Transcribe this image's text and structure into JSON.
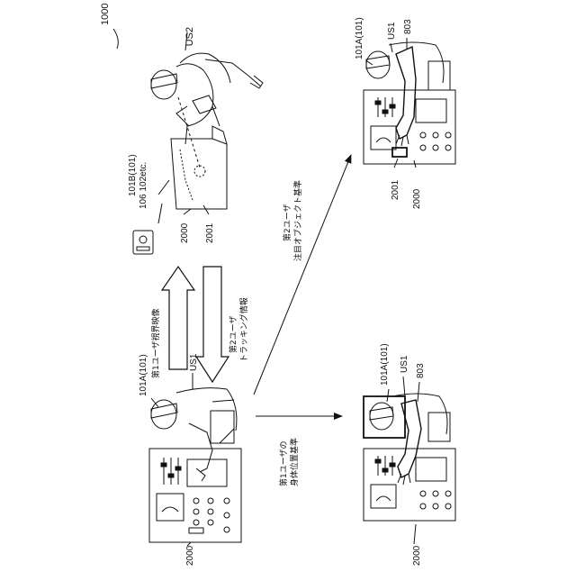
{
  "figure": {
    "system_label": "1000",
    "top_left_device_label": "101B(101)",
    "top_left_parts_label": "106 102etc.",
    "top_left_panel_label": "2000",
    "top_left_target_label": "2001",
    "user2_label": "US2",
    "bottom_left_device_label": "101A(101)",
    "bottom_left_user_label": "US1",
    "bottom_left_panel_label": "2000",
    "top_right_device_label": "101A(101)",
    "top_right_user_label": "US1",
    "top_right_arm_label": "803",
    "top_right_target_label": "2001",
    "top_right_panel_label": "2000",
    "bottom_right_device_label": "101A(101)",
    "bottom_right_user_label": "US1",
    "bottom_right_arm_label": "803",
    "bottom_right_panel_label": "2000",
    "arrow_up_text": "第1ユーザ視界映像",
    "arrow_down_text_1": "第2ユーザ",
    "arrow_down_text_2": "トラッキング情報",
    "diag_text_1": "第2ユーザ",
    "diag_text_2": "注目オブジェクト基準",
    "horiz_text_1": "第1ユーザの",
    "horiz_text_2": "身体位置基準"
  }
}
